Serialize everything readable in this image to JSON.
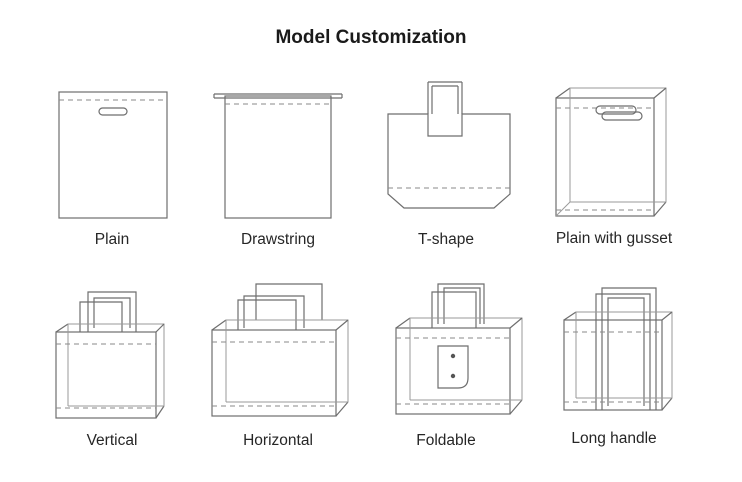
{
  "title": "Model Customization",
  "models": [
    {
      "label": "Plain",
      "icon": "plain-bag-icon"
    },
    {
      "label": "Drawstring",
      "icon": "drawstring-bag-icon"
    },
    {
      "label": "T-shape",
      "icon": "t-shape-bag-icon"
    },
    {
      "label": "Plain with gusset",
      "icon": "gusset-bag-icon"
    },
    {
      "label": "Vertical",
      "icon": "vertical-bag-icon"
    },
    {
      "label": "Horizontal",
      "icon": "horizontal-bag-icon"
    },
    {
      "label": "Foldable",
      "icon": "foldable-bag-icon"
    },
    {
      "label": "Long handle",
      "icon": "long-handle-bag-icon"
    }
  ]
}
